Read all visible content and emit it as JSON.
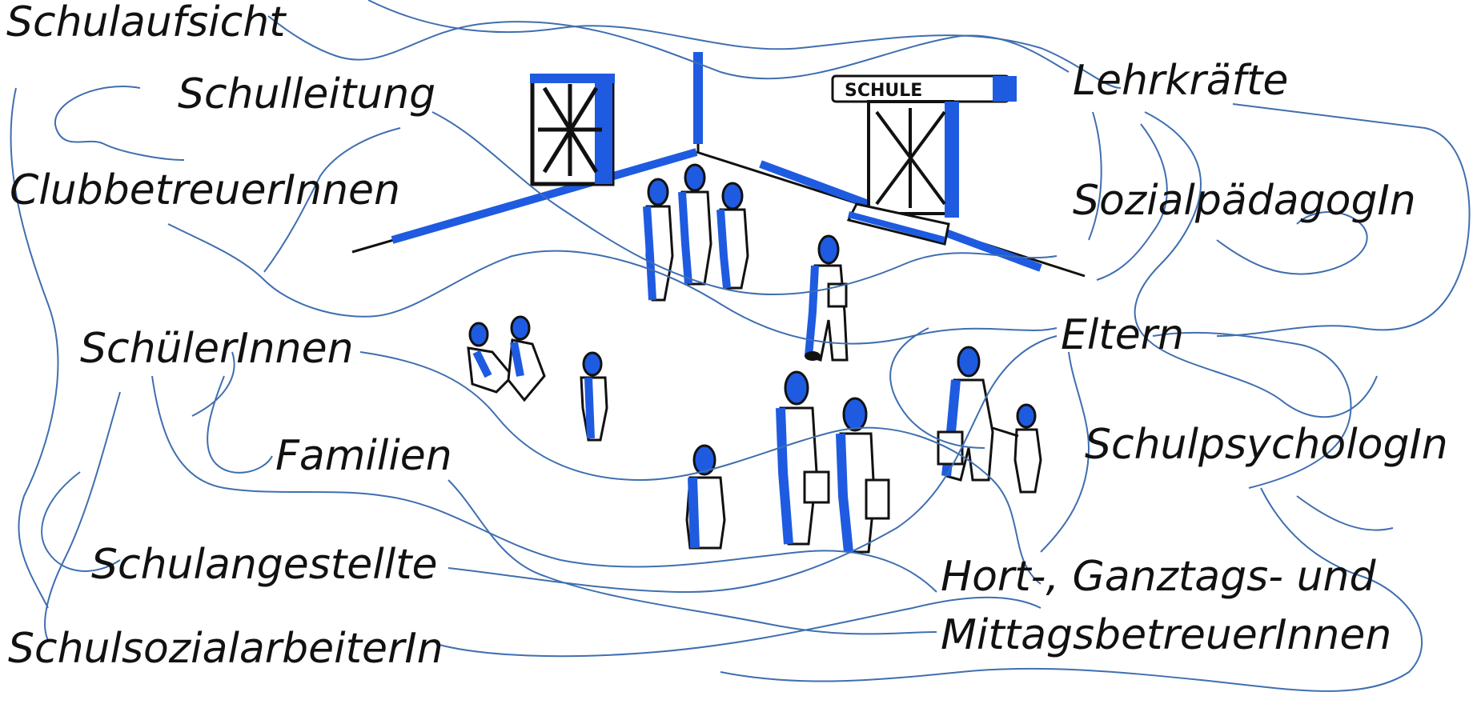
{
  "labels": {
    "schulaufsicht": "Schulaufsicht",
    "schulleitung": "Schulleitung",
    "clubbetreuer": "ClubbetreuerInnen",
    "schueler": "SchülerInnen",
    "familien": "Familien",
    "schulangestellte": "Schulangestellte",
    "schulsozialarbeiter": "SchulsozialarbeiterIn",
    "lehrkraefte": "Lehrkräfte",
    "sozialpaedagoge": "SozialpädagogIn",
    "eltern": "Eltern",
    "schulpsychologe": "SchulpsychologIn",
    "hort_line1": "Hort-, Ganztags- und",
    "hort_line2": "MittagsbetreuerInnen"
  },
  "sign_text": "SCHULE",
  "colors": {
    "line_blue": "#3f6fb0",
    "accent_blue": "#1e5be0",
    "ink": "#111111"
  }
}
